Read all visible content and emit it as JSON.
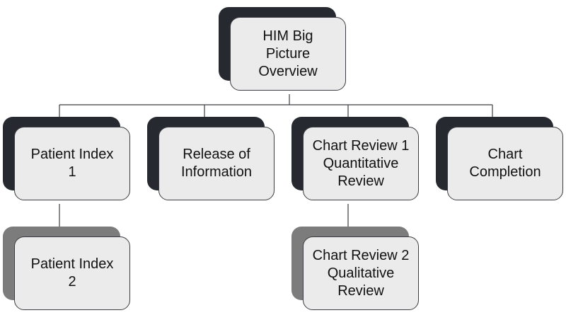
{
  "diagram": {
    "root": {
      "label": "HIM Big\nPicture\nOverview"
    },
    "level1": [
      {
        "label": "Patient Index\n1"
      },
      {
        "label": "Release of\nInformation"
      },
      {
        "label": "Chart Review 1\nQuantitative\nReview"
      },
      {
        "label": "Chart\nCompletion"
      }
    ],
    "level2": [
      {
        "label": "Patient Index\n2",
        "parent": "Patient Index\n1"
      },
      {
        "label": "Chart Review 2\nQualitative\nReview",
        "parent": "Chart Review 1\nQuantitative\nReview"
      }
    ]
  },
  "colors": {
    "shadow_dark": "#262a30",
    "shadow_light": "#7c7c7c",
    "card_fill": "#ebebeb",
    "connector": "#3a3d42"
  }
}
